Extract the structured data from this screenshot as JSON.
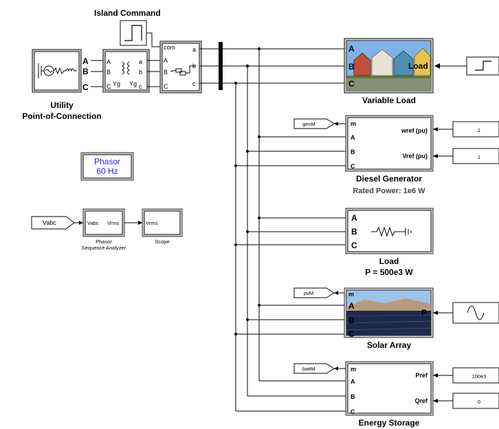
{
  "island_command": {
    "label": "Island Command"
  },
  "utility": {
    "title_line1": "Utility",
    "title_line2": "Point-of-Connection",
    "ports": [
      "A",
      "B",
      "C"
    ]
  },
  "transformer": {
    "left_ports": [
      "A",
      "B",
      "C"
    ],
    "right_ports": [
      "a",
      "b",
      "c"
    ],
    "winding_left": "Yg",
    "winding_right": "Yg"
  },
  "breaker": {
    "ports_in": [
      "com",
      "A",
      "B",
      "C"
    ],
    "ports_out": [
      "a",
      "b",
      "c"
    ]
  },
  "phasor_block": {
    "line1": "Phasor",
    "line2": "60 Hz",
    "color": "#1a1aff"
  },
  "analyzer": {
    "goto_tag": "Vabc",
    "in_port": "Vabc",
    "out_port": "Vrms",
    "label_line1": "Phasor",
    "label_line2": "Sequence Analyzer",
    "scope_port": "Vrms",
    "scope_label": "Scope"
  },
  "variable_load": {
    "title": "Variable Load",
    "ports": [
      "A",
      "B",
      "C"
    ],
    "out_port": "Load"
  },
  "diesel": {
    "title": "Diesel Generator",
    "subtitle": "Rated Power: 1e6 W",
    "meas_tag": "genM",
    "ports": [
      "m",
      "A",
      "B",
      "C"
    ],
    "wref_label": "wref (pu)",
    "vref_label": "Vref (pu)",
    "wref_value": "1",
    "vref_value": "1"
  },
  "load": {
    "title": "Load",
    "subtitle": "P = 500e3 W",
    "ports": [
      "A",
      "B",
      "C"
    ]
  },
  "solar": {
    "title": "Solar Array",
    "meas_tag": "pvM",
    "ports": [
      "m",
      "A",
      "B",
      "C"
    ],
    "p_port": "P"
  },
  "storage": {
    "title": "Energy Storage",
    "meas_tag": "battM",
    "ports": [
      "m",
      "A",
      "B",
      "C"
    ],
    "pref_label": "Pref",
    "qref_label": "Qref",
    "pref_value": "100e3",
    "qref_value": "0"
  },
  "colors": {
    "block_border": "#333333",
    "wire": "#000000",
    "phasor_text": "#1a1aff",
    "sky": "#7fb3e6",
    "solar_panel": "#1c2a4a"
  }
}
